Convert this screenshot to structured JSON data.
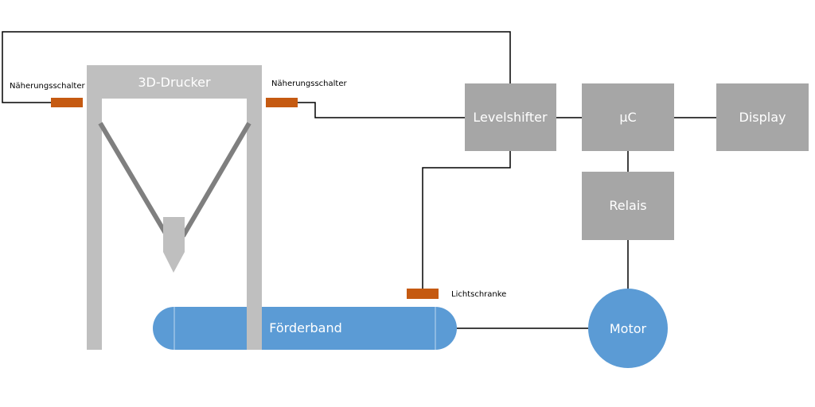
{
  "diagram": {
    "printer": {
      "label": "3D-Drucker"
    },
    "sensor_left": {
      "label": "Näherungsschalter"
    },
    "sensor_right": {
      "label": "Näherungsschalter"
    },
    "levelshifter": {
      "label": "Levelshifter"
    },
    "microcontroller": {
      "label": "µC"
    },
    "display": {
      "label": "Display"
    },
    "relay": {
      "label": "Relais"
    },
    "motor": {
      "label": "Motor"
    },
    "conveyor": {
      "label": "Förderband"
    },
    "light_barrier": {
      "label": "Lichtschranke"
    }
  },
  "colors": {
    "block_gray": "#a6a6a6",
    "frame_gray": "#bfbfbf",
    "arm_gray": "#7f7f7f",
    "sensor_orange": "#c55a11",
    "conveyor_blue": "#5b9bd5",
    "wire_black": "#000000"
  }
}
